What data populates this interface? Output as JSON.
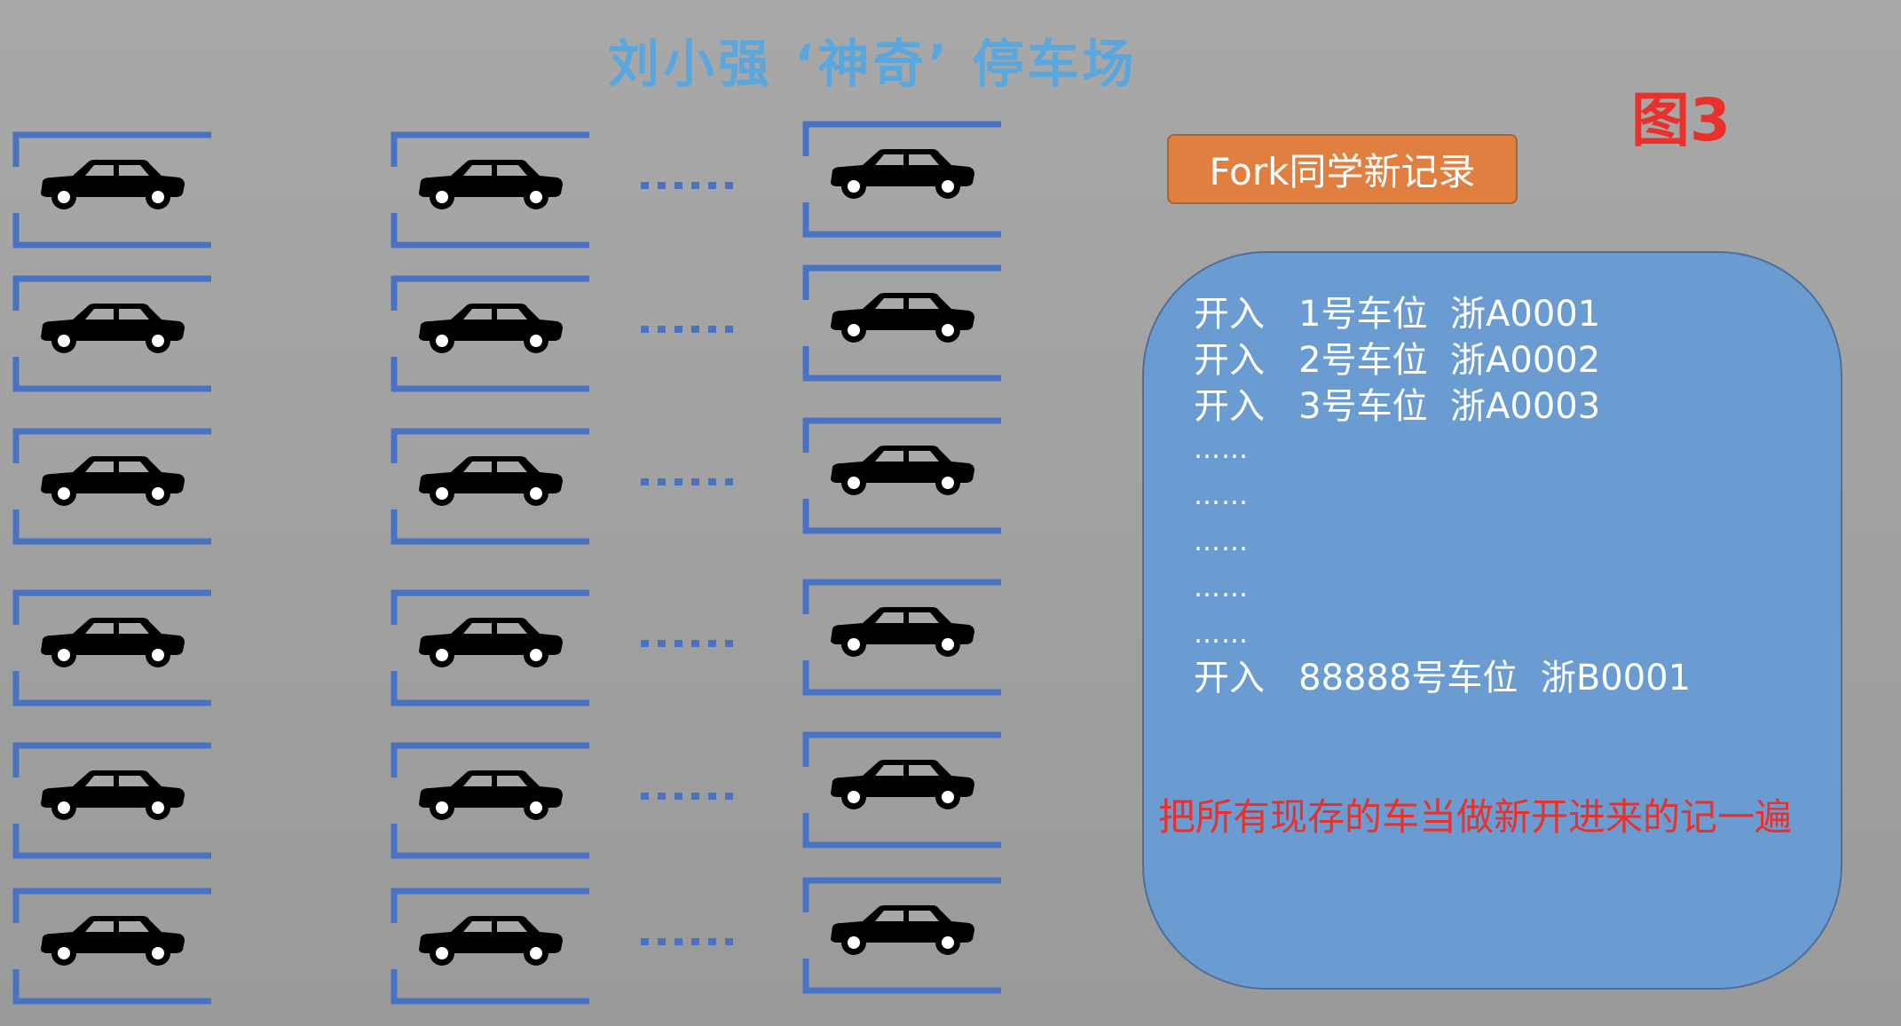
{
  "title": "刘小强 ‘神奇’ 停车场",
  "figure_label": "图3",
  "fork_button_label": "Fork同学新记录",
  "records_top": [
    "开入   1号车位  浙A0001",
    "开入   2号车位  浙A0002",
    "开入   3号车位  浙A0003"
  ],
  "ellipsis_lines": [
    "……",
    "……",
    "……",
    "……",
    "……"
  ],
  "record_last": "开入   88888号车位  浙B0001",
  "note": "把所有现存的车当做新开进来的记一遍",
  "colors": {
    "bracket": "#4a72c4",
    "title": "#5aa7dd",
    "accent_red": "#e8312a",
    "button": "#e07f40",
    "panel": "#6a9cd2"
  },
  "icons": {
    "car": "car-icon"
  }
}
